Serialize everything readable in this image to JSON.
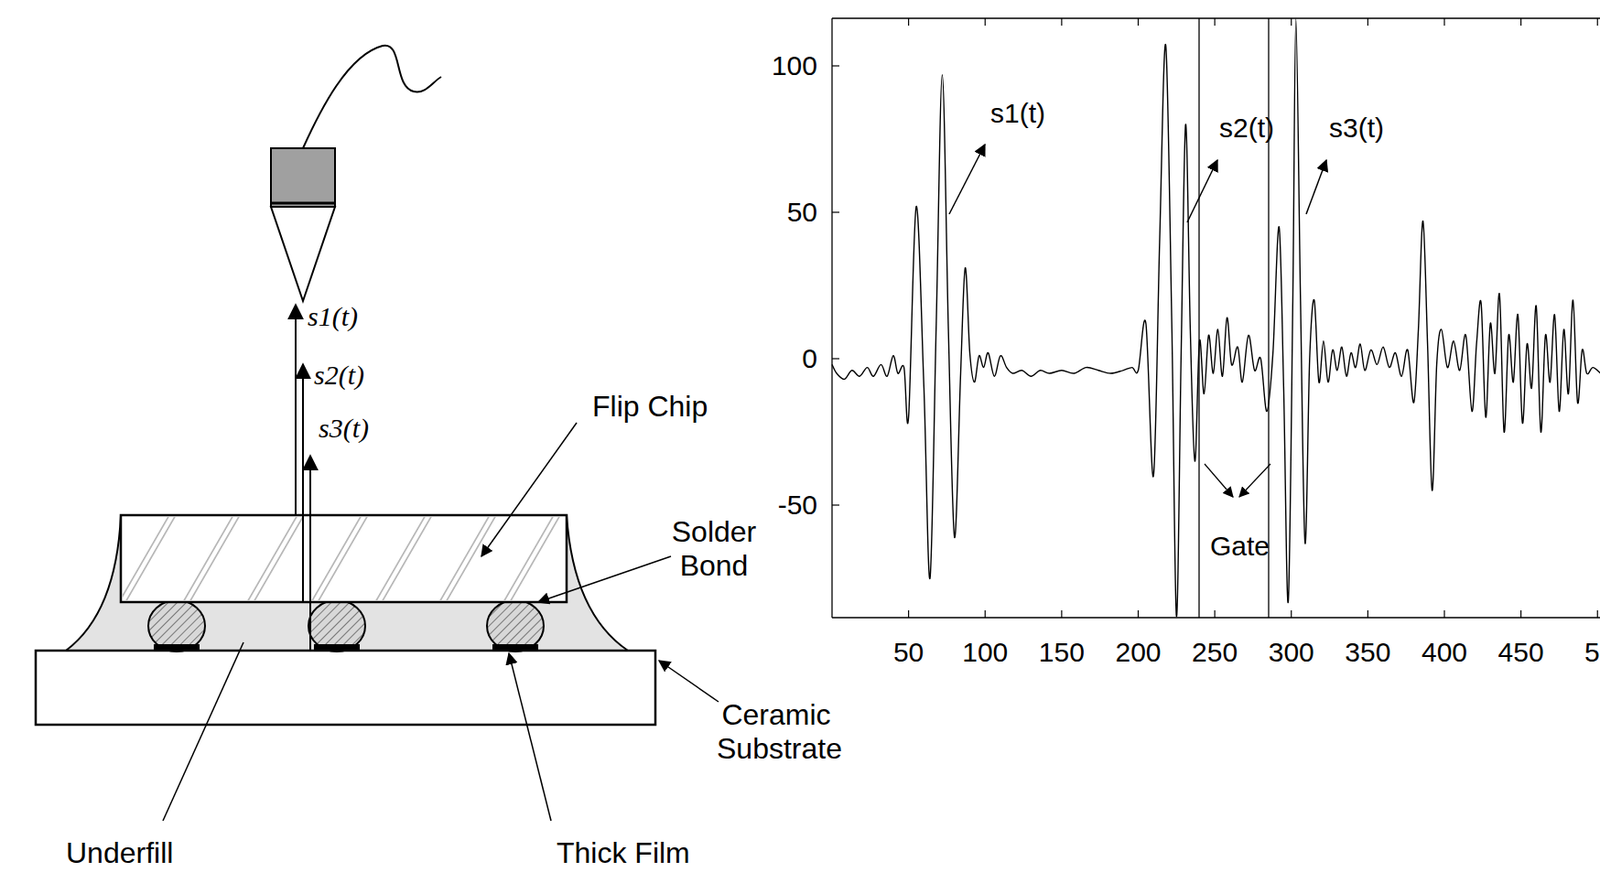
{
  "diagram": {
    "labels": [
      "s1(t)",
      "s2(t)",
      "s3(t)",
      "Flip Chip",
      "Solder Bond",
      "Ceramic Substrate",
      "Underfill",
      "Thick Film",
      "100",
      "50",
      "0",
      "-50",
      "50",
      "100",
      "150",
      "200",
      "250",
      "300",
      "350",
      "400",
      "450",
      "5",
      "s1(t)",
      "s2(t)",
      "s3(t)",
      "Gate"
    ]
  }
}
